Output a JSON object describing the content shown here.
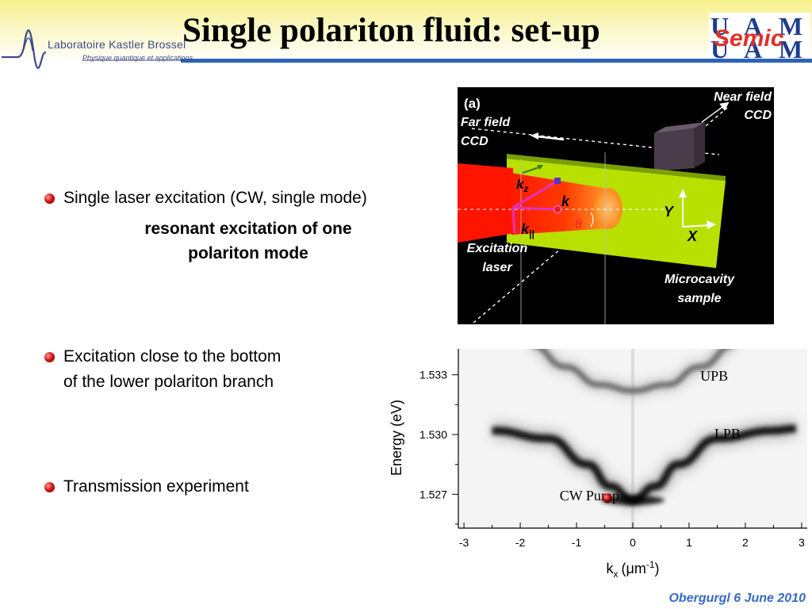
{
  "header": {
    "title": "Single polariton fluid: set-up",
    "lab_name": "Laboratoire Kastler Brossel",
    "lab_subtitle": "Physique quantique et applications",
    "uam_logo_text": "Semic",
    "rule_color": "#2e63b8"
  },
  "bullets": [
    {
      "text": "Single laser excitation (CW, single mode)"
    },
    {
      "text": "Excitation close to the bottom"
    },
    {
      "text": "Transmission experiment"
    }
  ],
  "bullet_1_sub": [
    "resonant excitation of one",
    "polariton mode"
  ],
  "bullet_2_line2": "of the lower polariton branch",
  "setup_figure": {
    "panel_label": "(a)",
    "far_field": [
      "Far field",
      "CCD"
    ],
    "near_field": [
      "Near field",
      "CCD"
    ],
    "excitation": [
      "Excitation",
      "laser"
    ],
    "microcavity": [
      "Microcavity",
      "sample"
    ],
    "k_z": "k",
    "k_z_sub": "z",
    "k": "k",
    "k_par": "k",
    "k_par_sub": "||",
    "theta": "θ",
    "y_axis": "Y",
    "x_axis": "X"
  },
  "chart_data": {
    "type": "heatmap",
    "title": "",
    "xlabel": "k",
    "xlabel_sub": "x",
    "xlabel_units": "(μm",
    "xlabel_sup": "-1",
    "xlabel_close": ")",
    "ylabel": "Energy (eV)",
    "xlim": [
      -3.1,
      3.1
    ],
    "ylim": [
      1.5253,
      1.5343
    ],
    "x_ticks": [
      -3,
      -2,
      -1,
      0,
      1,
      2,
      3
    ],
    "y_ticks": [
      1.527,
      1.53,
      1.533
    ],
    "x_tick_labels": [
      "-3",
      "-2",
      "-1",
      "0",
      "1",
      "2",
      "3"
    ],
    "y_tick_labels": [
      "1.527",
      "1.530",
      "1.533"
    ],
    "branches": [
      {
        "name": "UPB",
        "k": [
          -1.8,
          -1.2,
          -0.6,
          0,
          0.6,
          1.2,
          1.8
        ],
        "energy": [
          1.5345,
          1.5334,
          1.5325,
          1.5322,
          1.5325,
          1.5334,
          1.5345
        ]
      },
      {
        "name": "LPB",
        "k": [
          -2.5,
          -1.5,
          -0.8,
          -0.4,
          0,
          0.4,
          0.8,
          1.5,
          2.5,
          2.9
        ],
        "energy": [
          1.5302,
          1.5298,
          1.5285,
          1.5274,
          1.5267,
          1.5274,
          1.5285,
          1.5298,
          1.5302,
          1.5303
        ]
      }
    ],
    "annotations": [
      {
        "text": "UPB",
        "x": 1.2,
        "y": 1.5327
      },
      {
        "text": "LPB",
        "x": 1.45,
        "y": 1.5298
      },
      {
        "text": "CW Pump",
        "x": -1.3,
        "y": 1.5267
      }
    ],
    "pump_point": {
      "k": -0.45,
      "energy": 1.5268,
      "color": "#d01818"
    }
  },
  "footer": {
    "text": "Obergurgl 6 June 2010"
  }
}
